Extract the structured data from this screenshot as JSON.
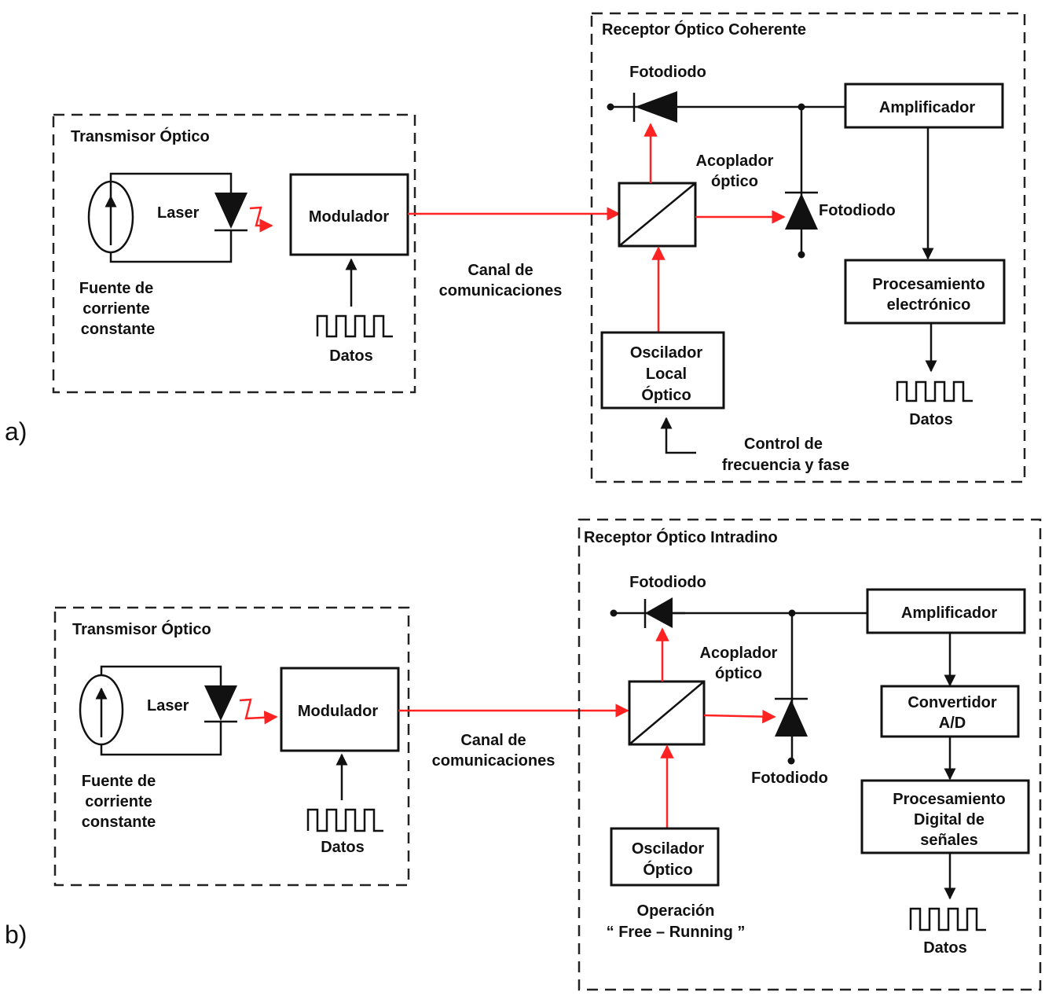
{
  "panels": {
    "a": {
      "label": "a)",
      "transmitter": {
        "title": "Transmisor Óptico",
        "laser": "Laser",
        "modulator": "Modulador",
        "source": [
          "Fuente de",
          "corriente",
          "constante"
        ],
        "data": "Datos"
      },
      "channel": [
        "Canal de",
        "comunicaciones"
      ],
      "receiver": {
        "title": "Receptor Óptico Coherente",
        "photodiode_top": "Fotodiodo",
        "photodiode_mid": "Fotodiodo",
        "coupler": [
          "Acoplador",
          "óptico"
        ],
        "amplifier": "Amplificador",
        "processing": [
          "Procesamiento",
          "electrónico"
        ],
        "oscillator": [
          "Oscilador",
          "Local",
          "Óptico"
        ],
        "control": [
          "Control de",
          "frecuencia y fase"
        ],
        "data": "Datos"
      }
    },
    "b": {
      "label": "b)",
      "transmitter": {
        "title": "Transmisor Óptico",
        "laser": "Laser",
        "modulator": "Modulador",
        "source": [
          "Fuente de",
          "corriente",
          "constante"
        ],
        "data": "Datos"
      },
      "channel": [
        "Canal de",
        "comunicaciones"
      ],
      "receiver": {
        "title": "Receptor Óptico Intradino",
        "photodiode_top": "Fotodiodo",
        "photodiode_mid": "Fotodiodo",
        "coupler": [
          "Acoplador",
          "óptico"
        ],
        "amplifier": "Amplificador",
        "converter": [
          "Convertidor",
          "A/D"
        ],
        "processing": [
          "Procesamiento",
          "Digital de",
          "señales"
        ],
        "oscillator": [
          "Oscilador",
          "Óptico"
        ],
        "operation": [
          "Operación",
          "“ Free – Running ”"
        ],
        "data": "Datos"
      }
    }
  },
  "colors": {
    "optical_path": "#ff2222",
    "electrical_path": "#111111"
  }
}
